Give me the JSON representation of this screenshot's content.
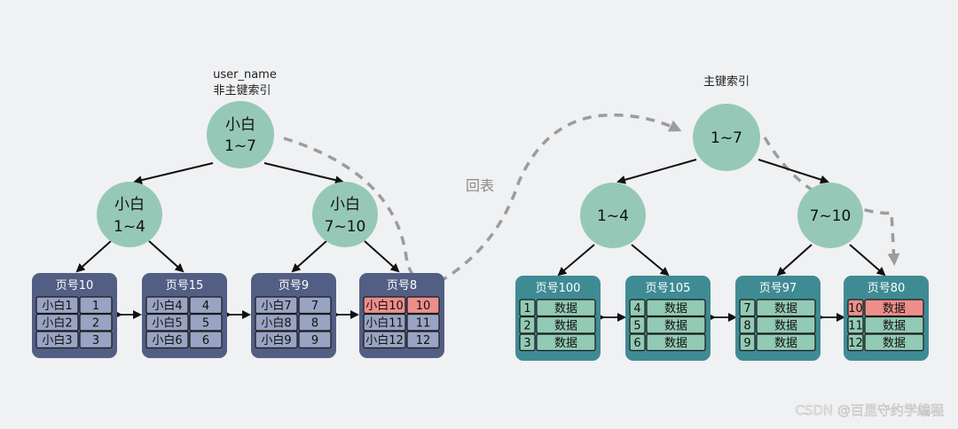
{
  "left": {
    "title_line1": "user_name",
    "title_line2": "非主键索引",
    "root": {
      "line1": "小白",
      "line2": "1~7"
    },
    "inner_left": {
      "line1": "小白",
      "line2": "1~4"
    },
    "inner_right": {
      "line1": "小白",
      "line2": "7~10"
    },
    "pages": [
      {
        "title": "页号10",
        "rows": [
          [
            "小白1",
            "1"
          ],
          [
            "小白2",
            "2"
          ],
          [
            "小白3",
            "3"
          ]
        ],
        "highlight": -1
      },
      {
        "title": "页号15",
        "rows": [
          [
            "小白4",
            "4"
          ],
          [
            "小白5",
            "5"
          ],
          [
            "小白6",
            "6"
          ]
        ],
        "highlight": -1
      },
      {
        "title": "页号9",
        "rows": [
          [
            "小白7",
            "7"
          ],
          [
            "小白8",
            "8"
          ],
          [
            "小白9",
            "9"
          ]
        ],
        "highlight": -1
      },
      {
        "title": "页号8",
        "rows": [
          [
            "小白10",
            "10"
          ],
          [
            "小白11",
            "11"
          ],
          [
            "小白12",
            "12"
          ]
        ],
        "highlight": 0
      }
    ]
  },
  "right": {
    "title": "主键索引",
    "root": {
      "line1": "1~7"
    },
    "inner_left": {
      "line1": "1~4"
    },
    "inner_right": {
      "line1": "7~10"
    },
    "pages": [
      {
        "title": "页号100",
        "rows": [
          [
            "1",
            "数据"
          ],
          [
            "2",
            "数据"
          ],
          [
            "3",
            "数据"
          ]
        ],
        "highlight": -1
      },
      {
        "title": "页号105",
        "rows": [
          [
            "4",
            "数据"
          ],
          [
            "5",
            "数据"
          ],
          [
            "6",
            "数据"
          ]
        ],
        "highlight": -1
      },
      {
        "title": "页号97",
        "rows": [
          [
            "7",
            "数据"
          ],
          [
            "8",
            "数据"
          ],
          [
            "9",
            "数据"
          ]
        ],
        "highlight": -1
      },
      {
        "title": "页号80",
        "rows": [
          [
            "10",
            "数据"
          ],
          [
            "11",
            "数据"
          ],
          [
            "12",
            "数据"
          ]
        ],
        "highlight": 0
      }
    ]
  },
  "lookup_label": "回表",
  "watermark": "CSDN @百里守约学编程",
  "colors": {
    "background": "#f0f1f3",
    "node": "#96c8b8",
    "left_page": "#535e84",
    "left_cell": "#99a3c3",
    "right_page": "#3f8b94",
    "right_cell": "#92cab5",
    "highlight": "#ec8f8b",
    "dashed": "#9c9c9c"
  }
}
